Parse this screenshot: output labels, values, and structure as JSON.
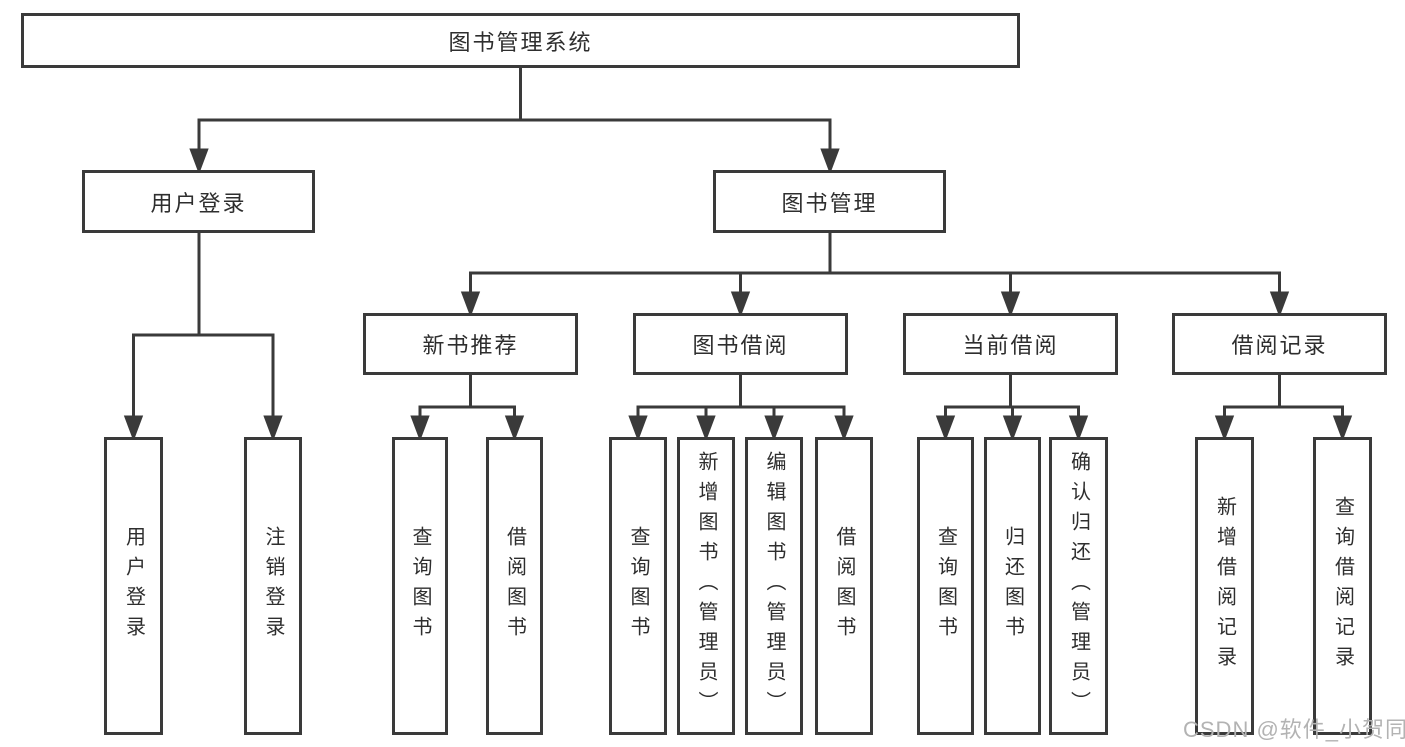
{
  "diagram": {
    "root_label": "图书管理系统",
    "login": {
      "label": "用户登录",
      "children": [
        "用户登录",
        "注销登录"
      ]
    },
    "book_mgmt": {
      "label": "图书管理"
    },
    "modules": [
      {
        "label": "新书推荐",
        "children": [
          "查询图书",
          "借阅图书"
        ]
      },
      {
        "label": "图书借阅",
        "children": [
          "查询图书",
          "新增图书（管理员）",
          "编辑图书（管理员）",
          "借阅图书"
        ]
      },
      {
        "label": "当前借阅",
        "children": [
          "查询图书",
          "归还图书",
          "确认归还（管理员）"
        ]
      },
      {
        "label": "借阅记录",
        "children": [
          "新增借阅记录",
          "查询借阅记录"
        ]
      }
    ],
    "watermark": "CSDN @软件_小贺同学",
    "colors": {
      "line": "#3a3a3a",
      "text": "#2e2e2e",
      "watermark": "#b3b3b3"
    }
  }
}
